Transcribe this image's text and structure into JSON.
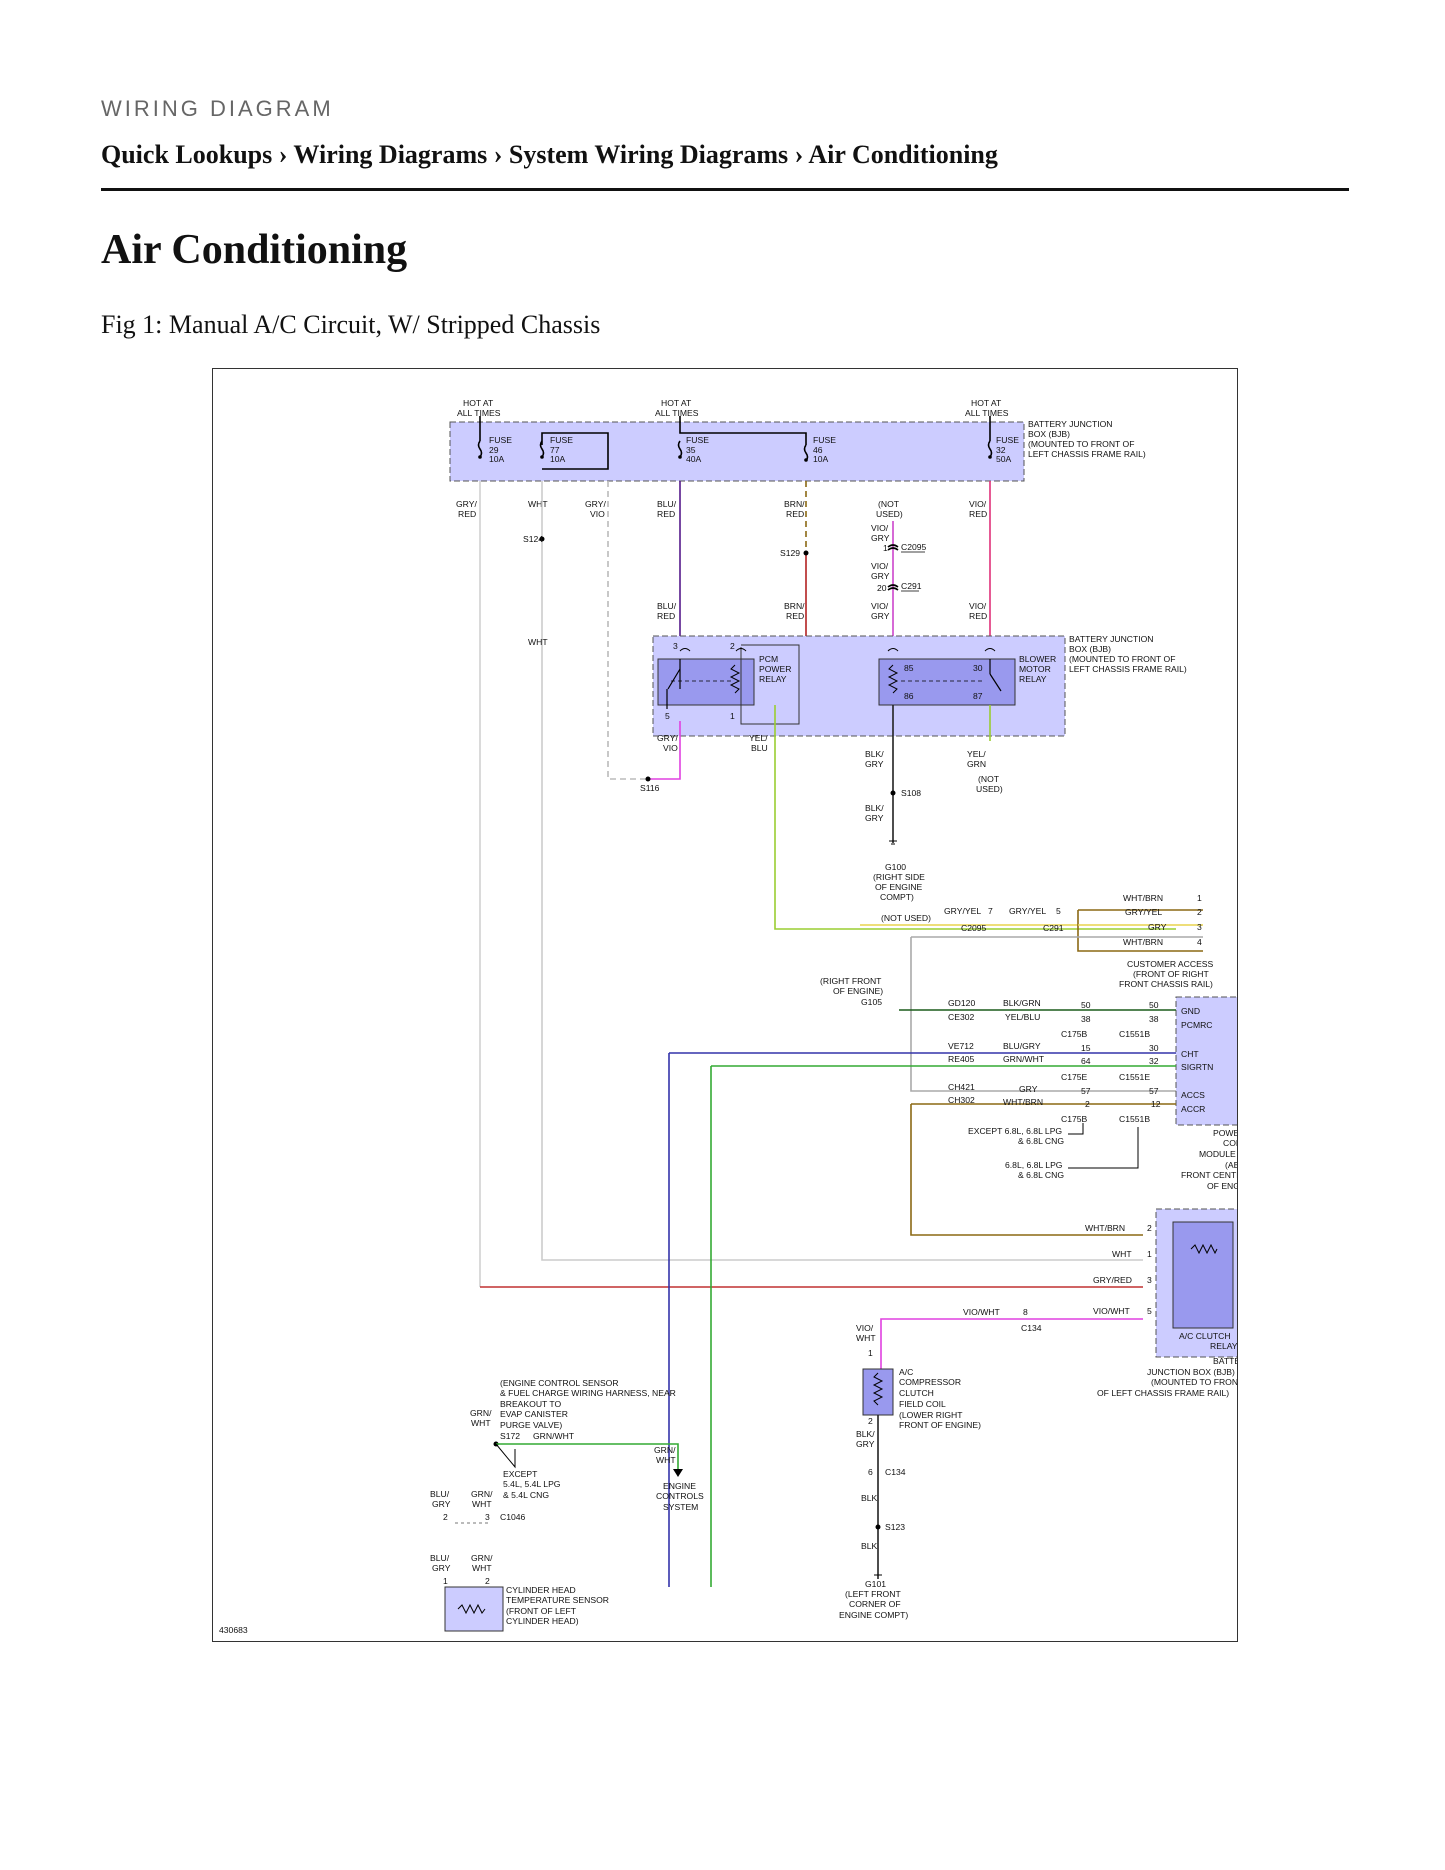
{
  "header": {
    "kicker": "WIRING DIAGRAM",
    "breadcrumb": "Quick Lookups › Wiring Diagrams › System Wiring Diagrams › Air Conditioning"
  },
  "page": {
    "title": "Air Conditioning",
    "caption": "Fig 1: Manual A/C Circuit, W/ Stripped Chassis"
  },
  "diagram": {
    "figure_id": "430683",
    "hot_at_all_times": [
      "HOT AT",
      "ALL TIMES"
    ],
    "fuses": [
      {
        "label": "FUSE",
        "number": "29",
        "rating": "10A"
      },
      {
        "label": "FUSE",
        "number": "77",
        "rating": "10A"
      },
      {
        "label": "FUSE",
        "number": "35",
        "rating": "40A"
      },
      {
        "label": "FUSE",
        "number": "46",
        "rating": "10A"
      },
      {
        "label": "FUSE",
        "number": "32",
        "rating": "50A"
      }
    ],
    "bjb_label": [
      "BATTERY JUNCTION",
      "BOX (BJB)",
      "(MOUNTED TO FRONT OF",
      "LEFT CHASSIS FRAME RAIL)"
    ],
    "wire_colors_top": {
      "gry_red": [
        "GRY/",
        "RED"
      ],
      "wht": "WHT",
      "gry_vio": [
        "GRY/",
        "VIO"
      ],
      "blu_red": [
        "BLU/",
        "RED"
      ],
      "brn_red": [
        "BRN/",
        "RED"
      ],
      "not_used": [
        "(NOT",
        "USED)"
      ],
      "vio_red": [
        "VIO/",
        "RED"
      ],
      "vio_gry": [
        "VIO/",
        "GRY"
      ]
    },
    "splices": {
      "s124": "S124",
      "s129": "S129",
      "s116": "S116",
      "s108": "S108",
      "s172": "S172",
      "s123": "S123"
    },
    "connectors": {
      "c2095": "C2095",
      "c291": "C291",
      "c134": "C134",
      "c1046": "C1046",
      "c175b": "C175B",
      "c1551b": "C1551B",
      "c175e": "C175E",
      "c1551e": "C1551E"
    },
    "pin_numbers": {
      "c2095_top": "1",
      "c291_top": "20"
    },
    "relays": {
      "pcm": [
        "PCM",
        "POWER",
        "RELAY"
      ],
      "pcm_pins": [
        "3",
        "2",
        "5",
        "1"
      ],
      "blower": [
        "BLOWER",
        "MOTOR",
        "RELAY"
      ],
      "blower_pins": [
        "85",
        "30",
        "86",
        "87"
      ]
    },
    "relay_wires": {
      "gry_vio": [
        "GRY/",
        "VIO"
      ],
      "yel_blu": [
        "YEL/",
        "BLU"
      ],
      "blk_gry": [
        "BLK/",
        "GRY"
      ],
      "yel_grn": [
        "YEL/",
        "GRN"
      ],
      "not_used": [
        "(NOT",
        "USED)"
      ]
    },
    "grounds": {
      "g100": [
        "G100",
        "(RIGHT SIDE",
        "OF ENGINE",
        "COMPT)"
      ],
      "g105": [
        "(RIGHT FRONT",
        "OF ENGINE)",
        "G105"
      ],
      "g101": [
        "G101",
        "(LEFT FRONT",
        "CORNER OF",
        "ENGINE COMPT)"
      ]
    },
    "customer_access": {
      "label": [
        "CUSTOMER ACCESS",
        "(FRONT OF RIGHT",
        "FRONT CHASSIS RAIL)"
      ],
      "wires": [
        "WHT/BRN",
        "GRY/YEL",
        "GRY",
        "WHT/BRN"
      ],
      "pins": [
        "1",
        "2",
        "3",
        "4"
      ],
      "feed_left": "GRY/YEL",
      "feed_left_pin": "7",
      "feed_right": "GRY/YEL",
      "feed_right_pin": "5",
      "not_used": "(NOT USED)"
    },
    "pcm_rows": [
      {
        "circuit": "GD120",
        "color": "BLK/GRN",
        "pin_a": "50",
        "pin_b": "50",
        "name": "GND"
      },
      {
        "circuit": "CE302",
        "color": "YEL/BLU",
        "pin_a": "38",
        "pin_b": "38",
        "name": "PCMRC"
      },
      {
        "circuit": "VE712",
        "color": "BLU/GRY",
        "pin_a": "15",
        "pin_b": "30",
        "name": "CHT"
      },
      {
        "circuit": "RE405",
        "color": "GRN/WHT",
        "pin_a": "64",
        "pin_b": "32",
        "name": "SIGRTN"
      },
      {
        "circuit": "CH421",
        "color": "GRY",
        "pin_a": "57",
        "pin_b": "57",
        "name": "ACCS"
      },
      {
        "circuit": "CH302",
        "color": "WHT/BRN",
        "pin_a": "2",
        "pin_b": "12",
        "name": "ACCR"
      }
    ],
    "pcm_label": [
      "POWERTRAIN",
      "CONTROL",
      "MODULE (PCM)",
      "(ABOVE",
      "FRONT CENTER",
      "OF ENGINE)"
    ],
    "engine_options": {
      "except": [
        "EXCEPT 6.8L, 6.8L LPG",
        "& 6.8L CNG"
      ],
      "only": [
        "6.8L, 6.8L LPG",
        "& 6.8L CNG"
      ]
    },
    "ac_clutch_relay": {
      "wires": [
        "WHT/BRN",
        "WHT",
        "GRY/RED",
        "VIO/WHT"
      ],
      "pins": [
        "2",
        "1",
        "3",
        "5"
      ],
      "label": [
        "A/C CLUTCH",
        "RELAY"
      ],
      "location": [
        "BATTERY",
        "JUNCTION BOX (BJB)",
        "(MOUNTED TO FRONT",
        "OF LEFT CHASSIS FRAME RAIL)"
      ]
    },
    "compressor": {
      "wire_in": "VIO/WHT",
      "pin8": "8",
      "vio_wht": [
        "VIO/",
        "WHT"
      ],
      "pin1": "1",
      "label": [
        "A/C",
        "COMPRESSOR",
        "CLUTCH",
        "FIELD COIL",
        "(LOWER RIGHT",
        "FRONT OF ENGINE)"
      ],
      "pin2": "2",
      "blk_gry": [
        "BLK/",
        "GRY"
      ],
      "pin6": "6",
      "blk": "BLK"
    },
    "engine_harness": {
      "note": [
        "(ENGINE CONTROL SENSOR",
        "& FUEL CHARGE WIRING HARNESS, NEAR",
        "BREAKOUT TO",
        "EVAP CANISTER",
        "PURGE VALVE)"
      ],
      "grn_wht": [
        "GRN/",
        "WHT"
      ],
      "grn_wht_inline": "GRN/WHT",
      "except": [
        "EXCEPT",
        "5.4L, 5.4L LPG",
        "& 5.4L CNG"
      ],
      "engine_controls": [
        "ENGINE",
        "CONTROLS",
        "SYSTEM"
      ]
    },
    "cht_sensor": {
      "blu_gry": [
        "BLU/",
        "GRY"
      ],
      "grn_wht": [
        "GRN/",
        "WHT"
      ],
      "pins_upper": [
        "2",
        "3"
      ],
      "pins_lower": [
        "1",
        "2"
      ],
      "label": [
        "CYLINDER HEAD",
        "TEMPERATURE SENSOR",
        "(FRONT OF LEFT",
        "CYLINDER HEAD)"
      ]
    }
  }
}
